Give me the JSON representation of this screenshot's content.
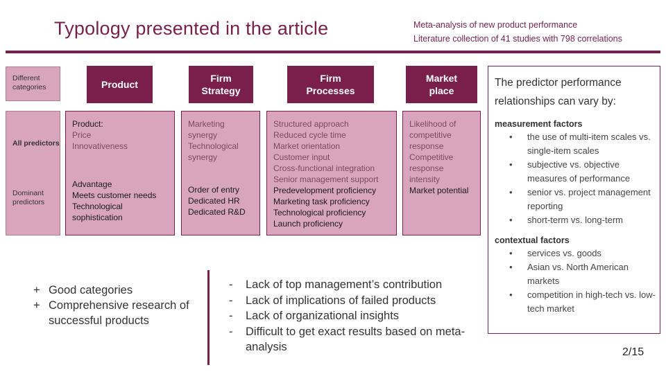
{
  "header": {
    "title": "Typology presented in the article",
    "meta_line1": "Meta-analysis of new product performance",
    "meta_line2": "Literature collection of 41 studies with 798 correlations"
  },
  "side": {
    "different_categories": "Different categories",
    "all_predictors": "All predictors",
    "dominant_predictors": "Dominant predictors"
  },
  "columns": [
    {
      "header": "Product",
      "all_lead": "Product:",
      "all": [
        "Price",
        "Innovativeness"
      ],
      "dominant": [
        "Advantage",
        "Meets customer needs",
        "Technological",
        "sophistication"
      ]
    },
    {
      "header_line1": "Firm",
      "header_line2": "Strategy",
      "all": [
        "Marketing",
        "synergy",
        "Technological",
        "synergy"
      ],
      "dominant": [
        "Order of entry",
        "Dedicated HR",
        "Dedicated R&D"
      ]
    },
    {
      "header_line1": "Firm",
      "header_line2": "Processes",
      "all": [
        "Structured approach",
        "Reduced cycle time",
        "Market orientation",
        "Customer input",
        "Cross-functional integration",
        "Senior management support"
      ],
      "dominant": [
        "Predevelopment proficiency",
        "Marketing task proficiency",
        "Technological proficiency",
        "Launch proficiency"
      ]
    },
    {
      "header_line1": "Market",
      "header_line2": "place",
      "all": [
        "Likelihood of",
        "competitive",
        "response",
        "Competitive",
        "response",
        "intensity"
      ],
      "dominant": [
        "Market potential"
      ]
    }
  ],
  "right_panel": {
    "intro": "The predictor performance relationships can vary by:",
    "measurement_title": "measurement factors",
    "measurement_items": [
      "the use of multi-item scales vs. single-item scales",
      "subjective vs. objective measures of performance",
      "senior vs. project management reporting",
      "short-term vs. long-term"
    ],
    "contextual_title": "contextual factors",
    "contextual_items": [
      "services vs. goods",
      "Asian vs. North American markets",
      "competition in high-tech vs. low-tech market"
    ]
  },
  "pros": {
    "symbol": "+",
    "items": [
      "Good categories",
      "Comprehensive research of successful products"
    ]
  },
  "cons": {
    "symbol": "-",
    "items": [
      "Lack of top management’s contribution",
      "Lack of implications of failed products",
      "Lack of organizational insights",
      "Difficult to get exact results based on meta-analysis"
    ]
  },
  "page_number": "2/15",
  "colors": {
    "accent": "#7a1f4b",
    "box_fill": "#d8a5bd"
  }
}
